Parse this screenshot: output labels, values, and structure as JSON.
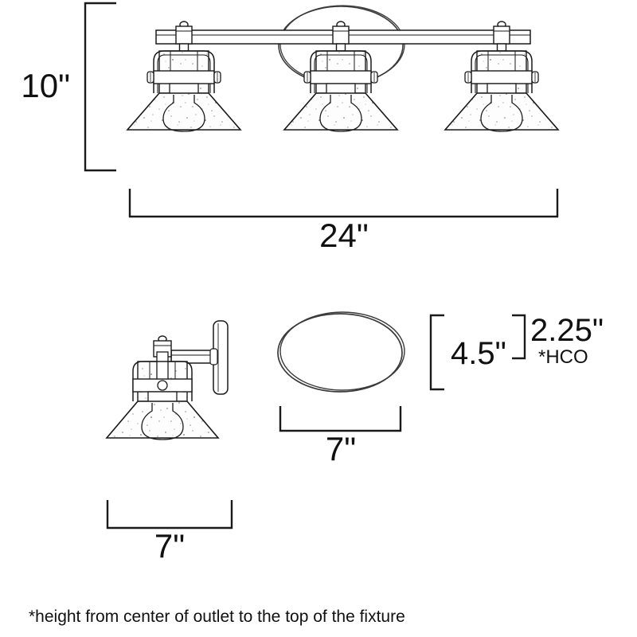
{
  "drawing": {
    "title": "lighting-fixture-dimension-drawing",
    "line_color": "#1a1a1a",
    "glass_fill": "#fdfdfd",
    "speckle_color": "#8a8a8a",
    "background": "#ffffff"
  },
  "views": {
    "front": {
      "name": "front-elevation-three-light-vanity",
      "light_count": 3
    },
    "side": {
      "name": "side-elevation-single-light"
    },
    "backplate": {
      "name": "oval-backplate-plan-view",
      "shape": "oval"
    }
  },
  "dimensions": {
    "height": {
      "label": "10\"",
      "name": "overall-height"
    },
    "width": {
      "label": "24\"",
      "name": "overall-width"
    },
    "extension": {
      "label": "7\"",
      "name": "extension-depth"
    },
    "backplate_width": {
      "label": "7\"",
      "name": "backplate-width"
    },
    "backplate_height": {
      "label": "4.5\"",
      "name": "backplate-height"
    },
    "hco": {
      "label": "2.25\"",
      "sub_label": "*HCO",
      "name": "height-from-center-of-outlet"
    }
  },
  "footnote": {
    "text": "*height from center of outlet to the top of the fixture"
  }
}
